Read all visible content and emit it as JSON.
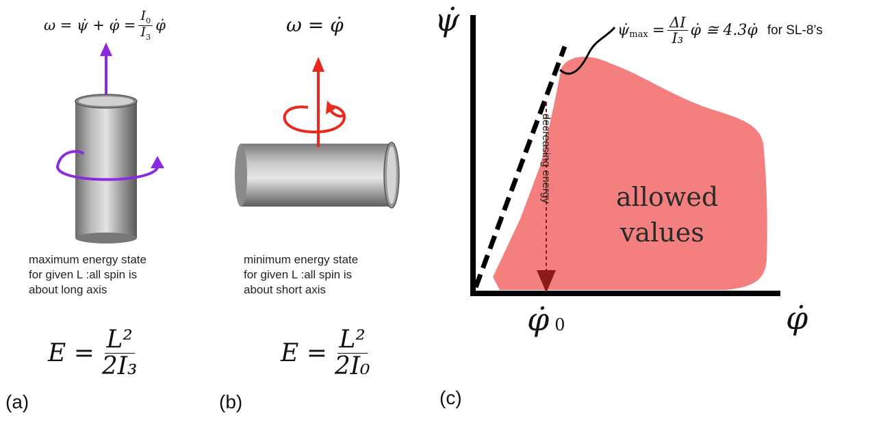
{
  "panel_a": {
    "omega_eq": "ω = ψ̇ + φ̇ =",
    "frac_num": "I0",
    "frac_den": "I3",
    "tail": "φ̇",
    "caption": [
      "maximum  energy state",
      "for given L :all spin is",
      "about  long axis"
    ],
    "energy_lhs": "E =",
    "energy_num": "L²",
    "energy_den": "2I₃",
    "label": "(a)",
    "arrow_color": "#8a2be2"
  },
  "panel_b": {
    "omega_eq": "ω = φ̇",
    "caption": [
      "minimum  energy state",
      "for given L :all spin is",
      "about short axis"
    ],
    "energy_lhs": "E =",
    "energy_num": "L²",
    "energy_den": "2I₀",
    "label": "(b)",
    "arrow_color": "#e8291c"
  },
  "panel_c": {
    "y_axis": "ψ̇",
    "x_axis": "φ̇",
    "x_marker": "φ̇",
    "x_marker_sub": "0",
    "psi_max_lhs": "ψ̇",
    "psi_max_sub": "max",
    "psi_max_num": "ΔI",
    "psi_max_den": "I₃",
    "psi_max_rhs": "φ̇ ≅ 4.3φ̇",
    "psi_max_note": "for SL-8’s",
    "arrow_label": "decreasing energy",
    "region_label_1": "allowed",
    "region_label_2": "values",
    "region_color": "#f37f7f",
    "label": "(c)"
  }
}
